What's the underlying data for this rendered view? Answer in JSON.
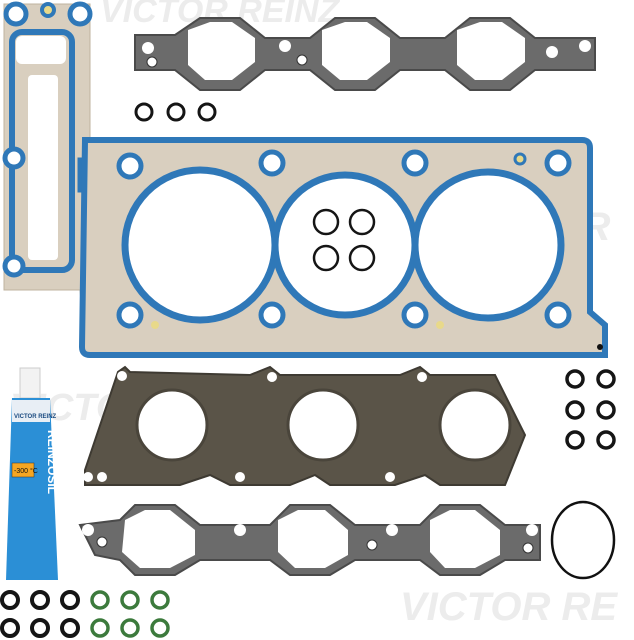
{
  "image": {
    "subject": "Cylinder head gasket set",
    "background_color": "#ffffff"
  },
  "watermark": {
    "text": "VICTOR REINZ",
    "color": "#ececec"
  },
  "tube": {
    "brand": "VICTOR REINZ",
    "product": "REINZOSIL",
    "temperature_badge": "-300 °C",
    "colors": {
      "body": "#2b8fd6",
      "cap": "#f2f2f2",
      "badge": "#f5a623"
    }
  },
  "parts": {
    "head_gasket": {
      "label": "cylinder-head-gasket",
      "colors": {
        "metal": "#d9cfbf",
        "seal": "#2f78b8"
      }
    },
    "exhaust_manifold_gasket": {
      "label": "exhaust-manifold-gasket",
      "color": "#5a5448"
    },
    "intake_gasket_top": {
      "label": "intake-manifold-gasket-top",
      "color": "#6b6b6b"
    },
    "intake_gasket_bottom": {
      "label": "intake-manifold-gasket-bottom",
      "color": "#6b6b6b"
    },
    "large_o_ring": {
      "label": "large-o-ring",
      "color": "#111111"
    },
    "valve_seals": {
      "black_count": 6,
      "green_count": 6,
      "colors": {
        "black": "#151515",
        "green": "#3c7a3c"
      }
    }
  }
}
